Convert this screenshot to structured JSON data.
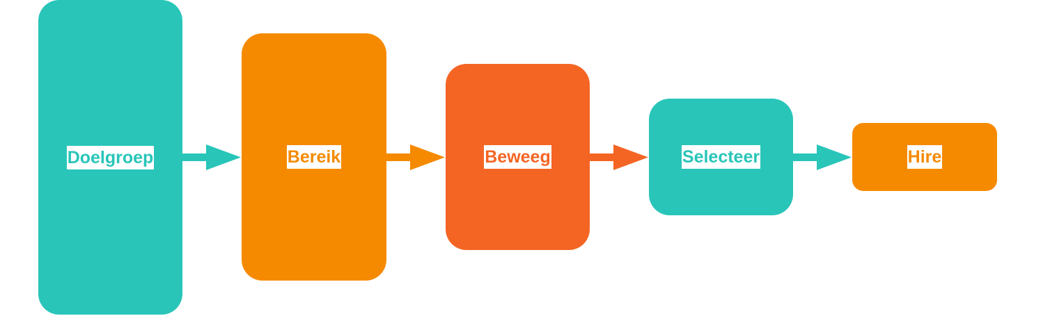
{
  "colors": {
    "teal": "#29C5B9",
    "orange": "#F58A00",
    "red_orange": "#F46524"
  },
  "steps": [
    {
      "label": "Doelgroep"
    },
    {
      "label": "Bereik"
    },
    {
      "label": "Beweeg"
    },
    {
      "label": "Selecteer"
    },
    {
      "label": "Hire"
    }
  ]
}
